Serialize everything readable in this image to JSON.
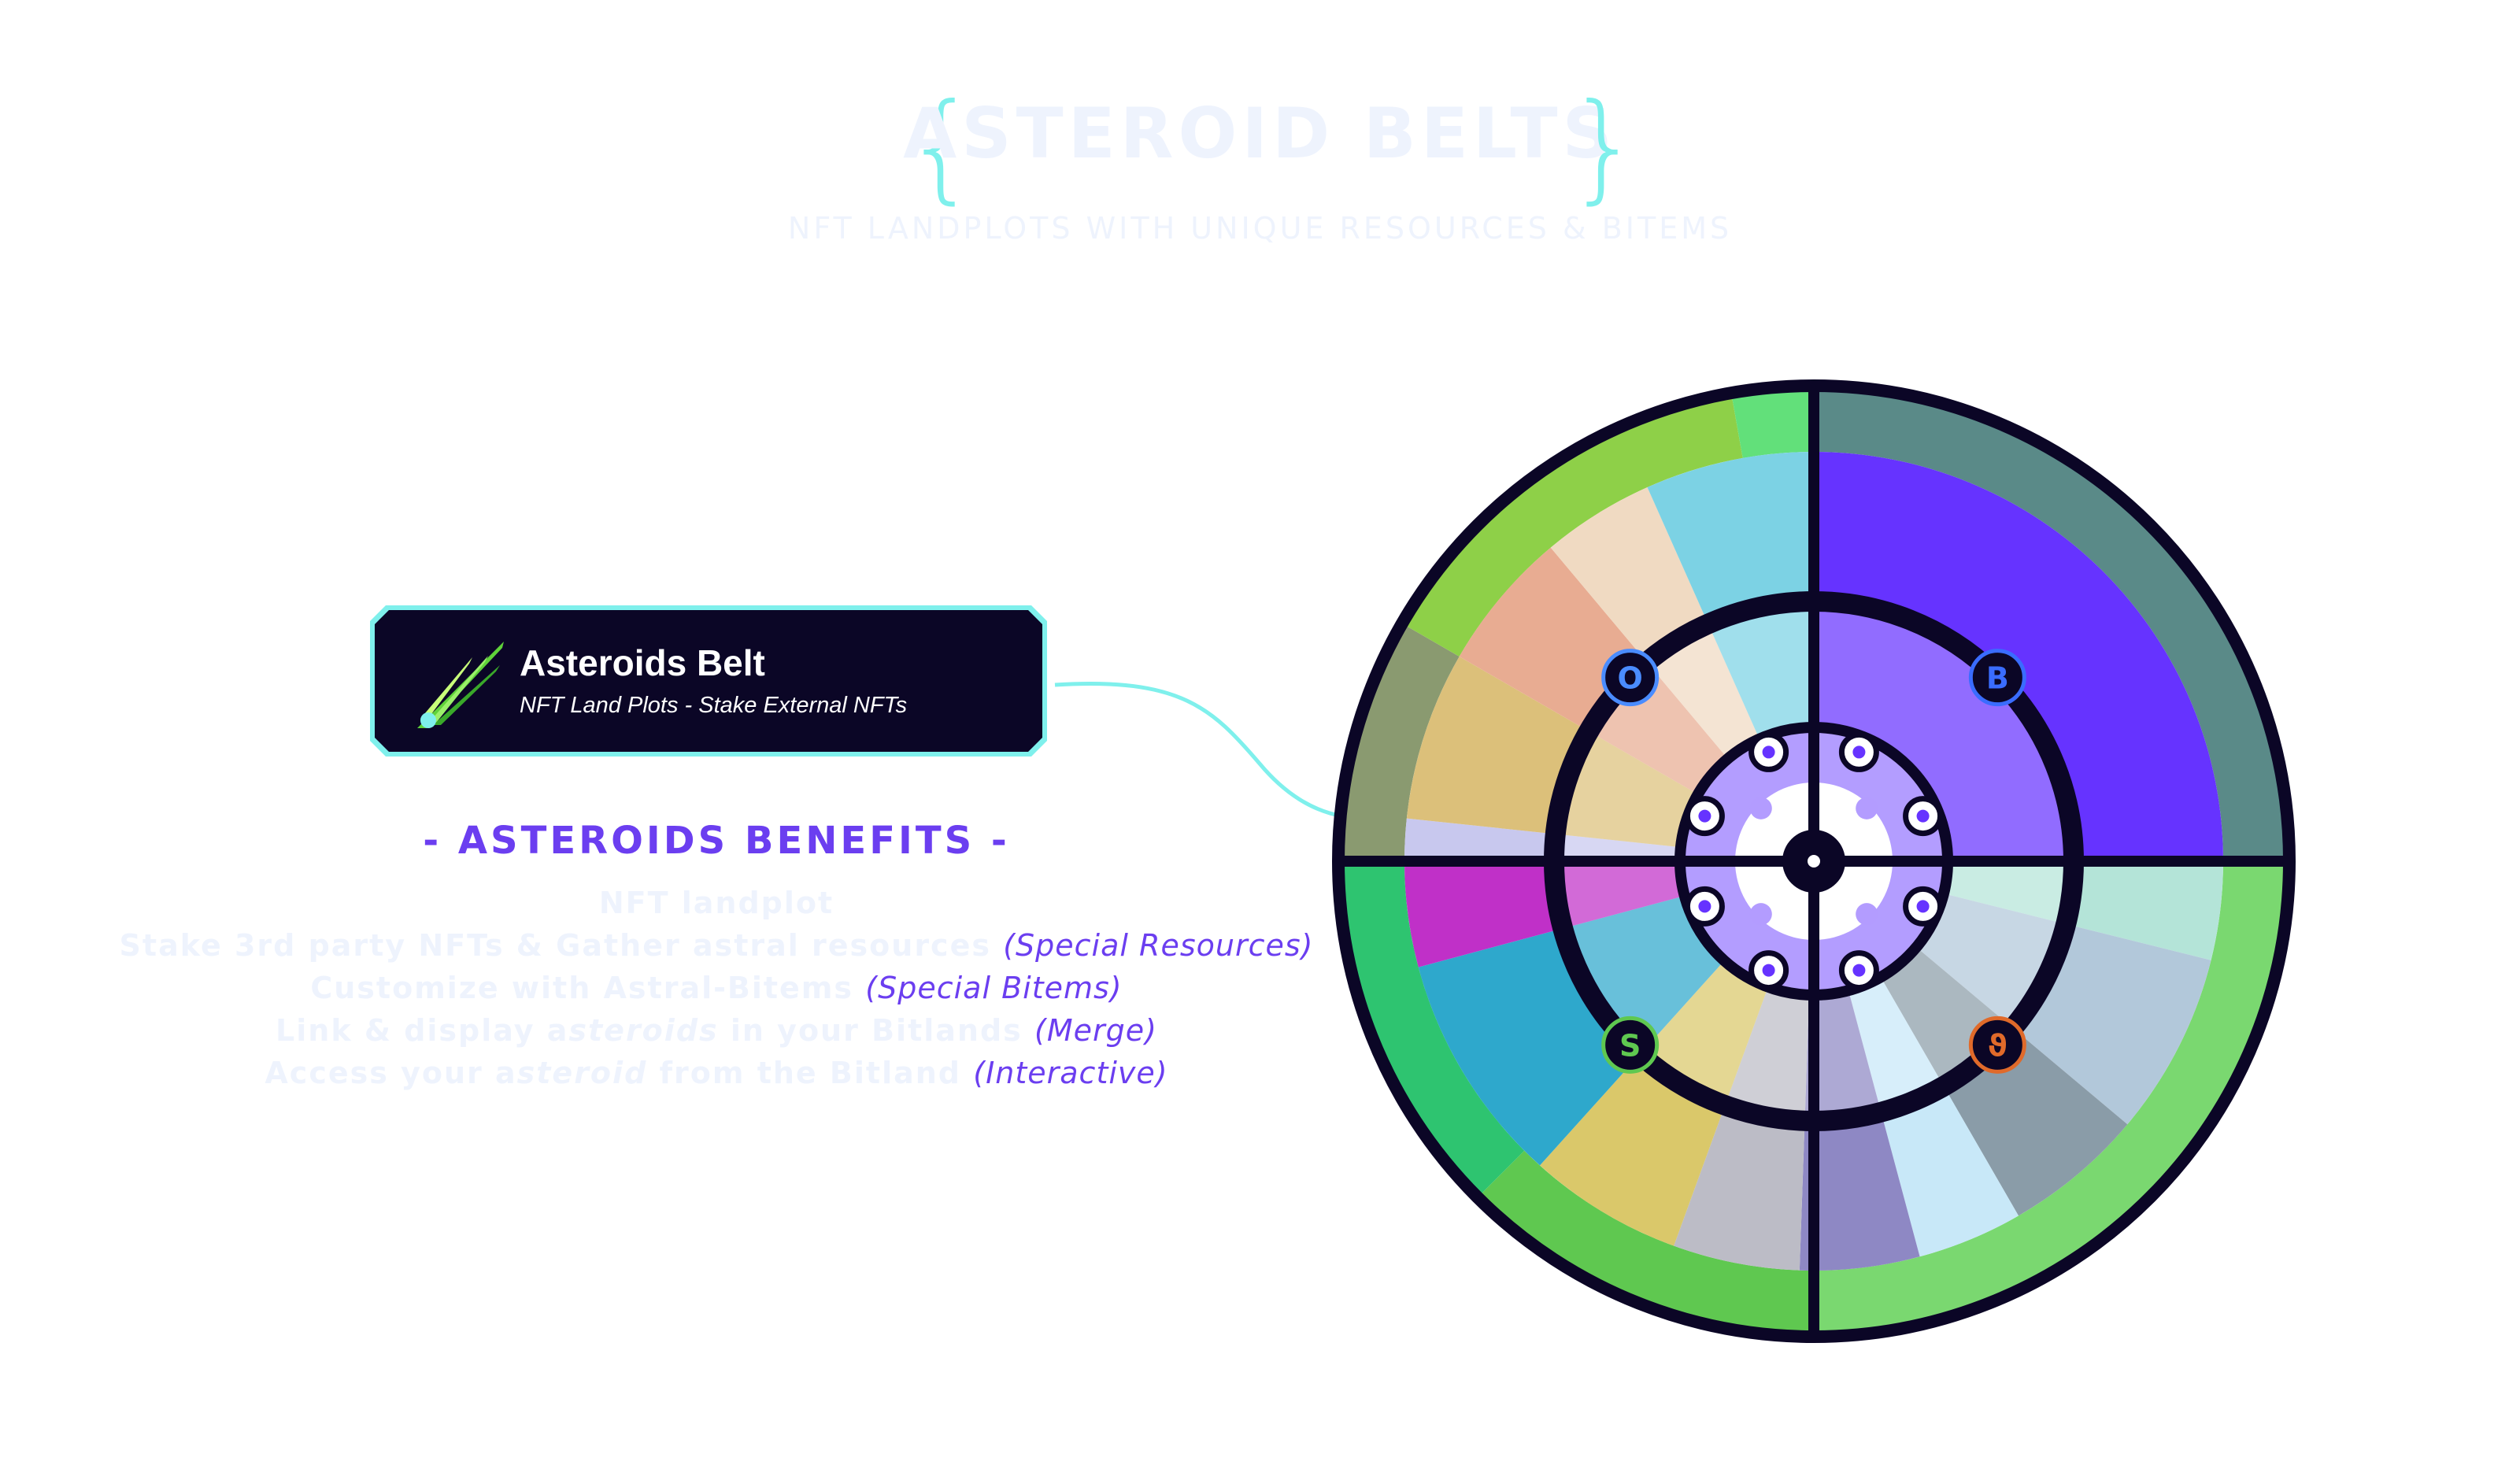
{
  "header": {
    "title": "ASTEROID BELTS",
    "subtitle": "NFT LANDPLOTS WITH UNIQUE RESOURCES & BITEMS"
  },
  "card": {
    "title": "Asteroids Belt",
    "subtitle": "NFT Land Plots - Stake External NFTs",
    "icon": "comet-icon"
  },
  "benefits": {
    "title": "- ASTEROIDS BENEFITS -",
    "items": [
      {
        "text": "NFT landplot"
      },
      {
        "text": "Stake 3rd party NFTs & Gather astral resources",
        "tag": "(Special Resources)"
      },
      {
        "text": "Customize with Astral-Bitems",
        "tag": "(Special Bitems)"
      },
      {
        "pre": "Link & display a",
        "em": "steroids",
        "post": " in your Bitlands",
        "tag": "(Merge)"
      },
      {
        "pre": "Access your a",
        "em": "steroid",
        "post": " from the Bitland",
        "tag": "(Interactive)"
      }
    ]
  },
  "wheel": {
    "frame_color": "#0b0626",
    "accent_color": "#6633ff",
    "connector_color": "#7ff0ec",
    "mid_badges": [
      "bitcoin-icon",
      "ethereum-icon",
      "solana-icon",
      "ordinal-icon"
    ],
    "inner_nodes": [
      "planet-icon",
      "people-icon",
      "chart-icon",
      "cube-icon",
      "asteroid-icon",
      "orb-icon",
      "question-icon",
      "question-icon"
    ]
  },
  "colors": {
    "title": "#eef3fd",
    "accent": "#6b3ef0",
    "card_bg": "#0b0626",
    "card_border": "#7ff0ec"
  }
}
